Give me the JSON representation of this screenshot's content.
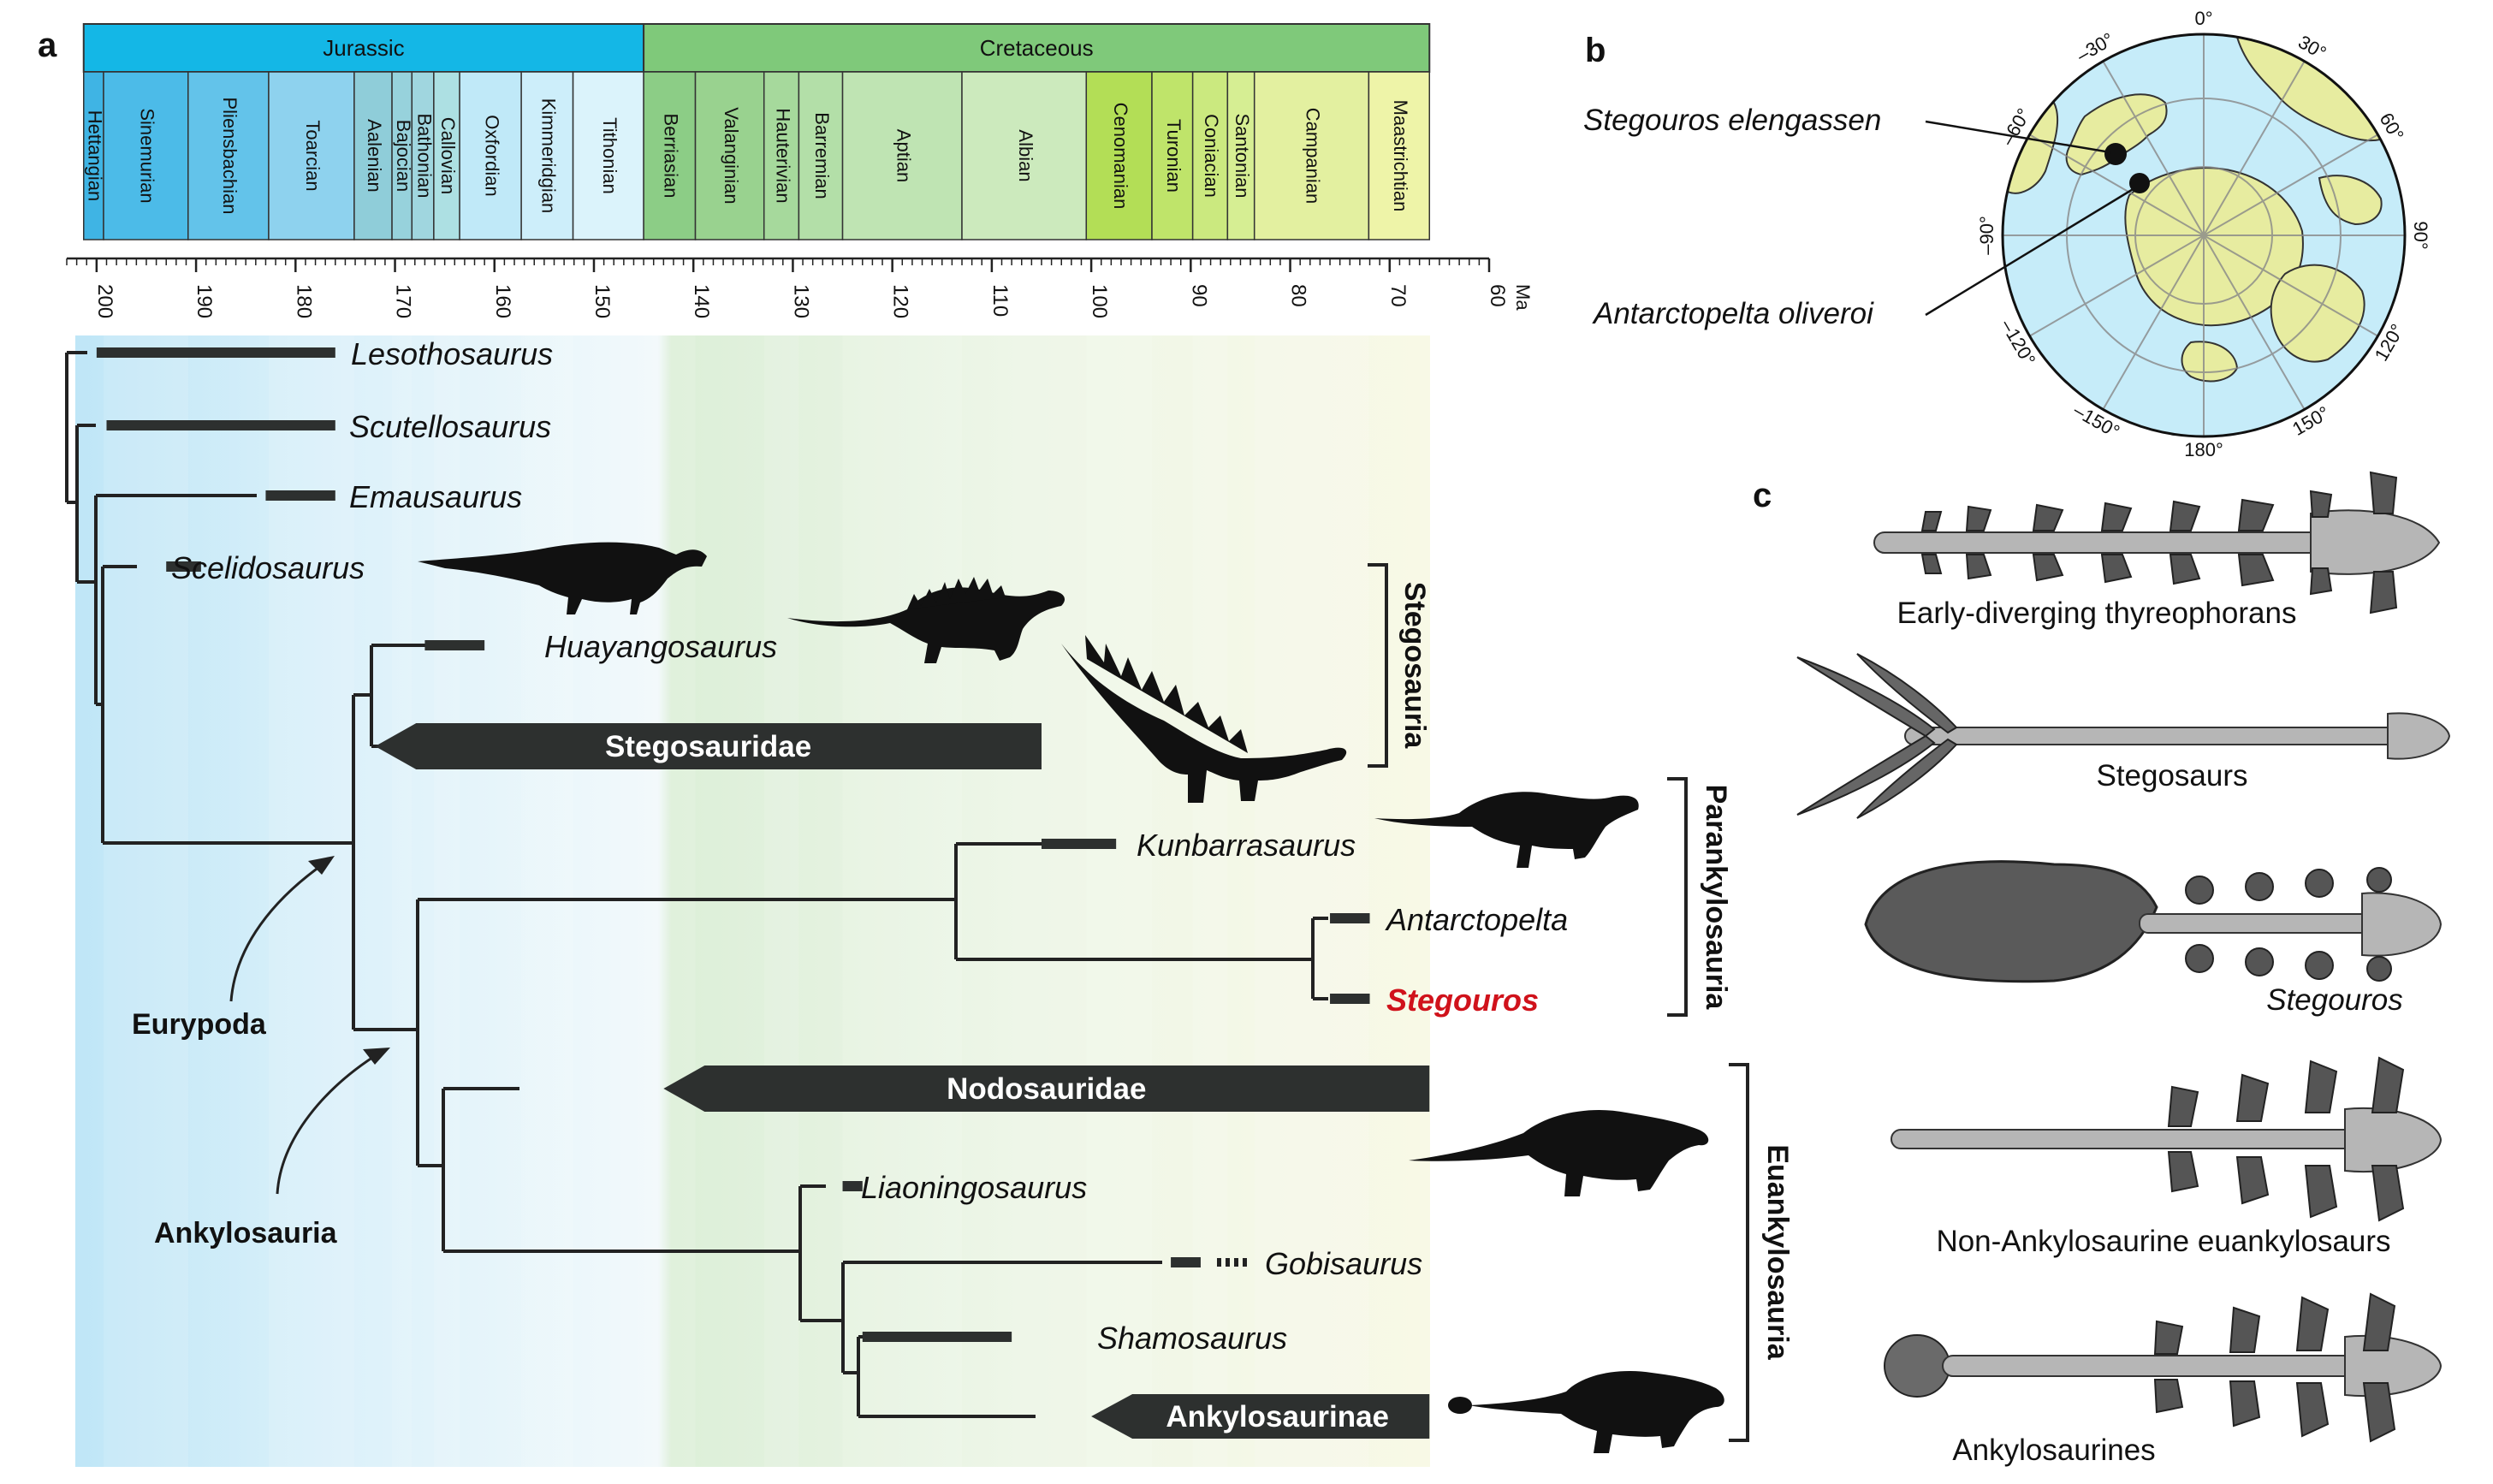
{
  "panels": {
    "a": "a",
    "b": "b",
    "c": "c"
  },
  "axis": {
    "unit": "Ma",
    "min": 60,
    "max": 203,
    "ticks": [
      200,
      190,
      180,
      170,
      160,
      150,
      140,
      130,
      120,
      110,
      100,
      90,
      80,
      70,
      60
    ]
  },
  "periods": [
    {
      "name": "Jurassic",
      "start": 201.3,
      "end": 145.0,
      "color": "#14b7e6"
    },
    {
      "name": "Cretaceous",
      "start": 145.0,
      "end": 66.0,
      "color": "#7fc97a"
    }
  ],
  "stages": [
    {
      "name": "Hettangian",
      "start": 201.3,
      "end": 199.3,
      "color": "#3fb4e4"
    },
    {
      "name": "Sinemurian",
      "start": 199.3,
      "end": 190.8,
      "color": "#4cbbe8"
    },
    {
      "name": "Pliensbachian",
      "start": 190.8,
      "end": 182.7,
      "color": "#63c3ea"
    },
    {
      "name": "Toarcian",
      "start": 182.7,
      "end": 174.1,
      "color": "#8ed2ee"
    },
    {
      "name": "Aalenian",
      "start": 174.1,
      "end": 170.3,
      "color": "#8fcdd9"
    },
    {
      "name": "Bajocian",
      "start": 170.3,
      "end": 168.3,
      "color": "#97d2dc"
    },
    {
      "name": "Bathonian",
      "start": 168.3,
      "end": 166.1,
      "color": "#a0d6df"
    },
    {
      "name": "Callovian",
      "start": 166.1,
      "end": 163.5,
      "color": "#ade0e3"
    },
    {
      "name": "Oxfordian",
      "start": 163.5,
      "end": 157.3,
      "color": "#c0e9f8"
    },
    {
      "name": "Kimmeridgian",
      "start": 157.3,
      "end": 152.1,
      "color": "#cdeefa"
    },
    {
      "name": "Tithonian",
      "start": 152.1,
      "end": 145.0,
      "color": "#dbf3fb"
    },
    {
      "name": "Berriasian",
      "start": 145.0,
      "end": 139.8,
      "color": "#8ccd86"
    },
    {
      "name": "Valanginian",
      "start": 139.8,
      "end": 132.9,
      "color": "#99d28f"
    },
    {
      "name": "Hauterivian",
      "start": 132.9,
      "end": 129.4,
      "color": "#a6d99c"
    },
    {
      "name": "Barremian",
      "start": 129.4,
      "end": 125.0,
      "color": "#b3dfa8"
    },
    {
      "name": "Aptian",
      "start": 125.0,
      "end": 113.0,
      "color": "#bfe4b3"
    },
    {
      "name": "Albian",
      "start": 113.0,
      "end": 100.5,
      "color": "#cceabd"
    },
    {
      "name": "Cenomanian",
      "start": 100.5,
      "end": 93.9,
      "color": "#b3de56"
    },
    {
      "name": "Turonian",
      "start": 93.9,
      "end": 89.8,
      "color": "#bfe46a"
    },
    {
      "name": "Coniacian",
      "start": 89.8,
      "end": 86.3,
      "color": "#cbe97f"
    },
    {
      "name": "Santonian",
      "start": 86.3,
      "end": 83.6,
      "color": "#d6ee93"
    },
    {
      "name": "Campanian",
      "start": 83.6,
      "end": 72.1,
      "color": "#e3f0a0"
    },
    {
      "name": "Maastrichtian",
      "start": 72.1,
      "end": 66.0,
      "color": "#eef4a8"
    }
  ],
  "taxa": [
    {
      "name": "Lesothosaurus",
      "italic": true,
      "range": [
        200,
        176
      ]
    },
    {
      "name": "Scutellosaurus",
      "italic": true,
      "range": [
        199,
        176
      ]
    },
    {
      "name": "Emausaurus",
      "italic": true,
      "range": [
        183,
        176
      ]
    },
    {
      "name": "Scelidosaurus",
      "italic": true,
      "range": [
        193,
        189.5
      ]
    },
    {
      "name": "Huayangosaurus",
      "italic": true,
      "range": [
        167,
        161
      ]
    },
    {
      "name": "Stegosauridae",
      "italic": false,
      "range": [
        172,
        105
      ]
    },
    {
      "name": "Kunbarrasaurus",
      "italic": true,
      "range": [
        105,
        97.5
      ]
    },
    {
      "name": "Antarctopelta",
      "italic": true,
      "range": [
        76,
        72
      ]
    },
    {
      "name": "Stegouros",
      "italic": true,
      "range": [
        76,
        72
      ]
    },
    {
      "name": "Nodosauridae",
      "italic": false,
      "range": [
        143,
        66
      ]
    },
    {
      "name": "Liaoningosaurus",
      "italic": true,
      "range": [
        125,
        123
      ]
    },
    {
      "name": "Gobisaurus",
      "italic": true,
      "range": [
        92,
        89
      ]
    },
    {
      "name": "Shamosaurus",
      "italic": true,
      "range": [
        123,
        108
      ]
    },
    {
      "name": "Ankylosaurinae",
      "italic": false,
      "range": [
        100,
        66
      ]
    }
  ],
  "clades": {
    "stegosauria": "Stegosauria",
    "parankylosauria": "Parankylosauria",
    "euankylosauria": "Euankylosauria",
    "eurypoda": "Eurypoda",
    "ankylosauria": "Ankylosauria"
  },
  "highlight_color": "#d0121b",
  "map": {
    "labels": [
      "0°",
      "30°",
      "60°",
      "90°",
      "120°",
      "150°",
      "180°",
      "–150°",
      "–120°",
      "–90°",
      "–60°",
      "–30°"
    ],
    "localities": [
      "Stegouros elengassen",
      "Antarctopelta oliveroi"
    ],
    "ocean_color": "#c6ecf9",
    "land_color": "#e7eca0"
  },
  "armour_groups": [
    {
      "label": "Early-diverging thyreophorans",
      "italic": false
    },
    {
      "label": "Stegosaurs",
      "italic": false
    },
    {
      "label": "Stegouros",
      "italic": true
    },
    {
      "label": "Non-Ankylosaurine euankylosaurs",
      "italic": false
    },
    {
      "label": "Ankylosaurines",
      "italic": false
    }
  ]
}
